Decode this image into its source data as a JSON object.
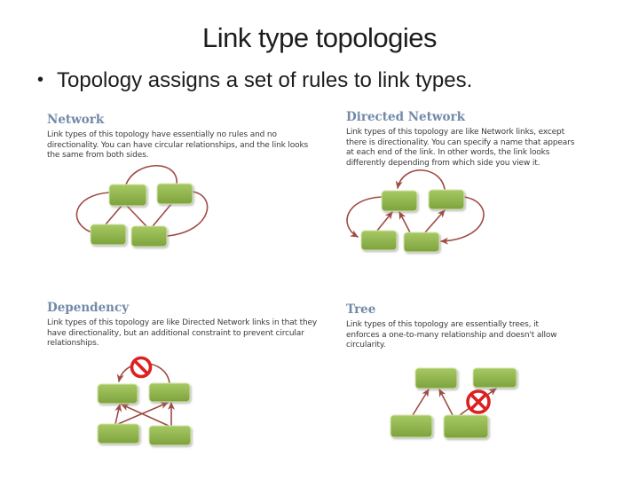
{
  "slide": {
    "title": "Link type topologies",
    "bullet_glyph": "•",
    "bullet": "Topology assigns a set of rules to link types."
  },
  "sections": [
    {
      "id": "network",
      "heading": "Network",
      "body": "Link types of this topology have essentially no rules and no directionality. You can have circular relationships, and the link looks the same from both sides."
    },
    {
      "id": "directed-network",
      "heading": "Directed Network",
      "body": "Link types of this topology are like Network links, except there is directionality. You can specify a name that appears at each end of the link. In other words, the link looks differently depending from which side you view it."
    },
    {
      "id": "dependency",
      "heading": "Dependency",
      "body": "Link types of this topology are like Directed Network links in that they have directionality, but an additional constraint to prevent circular relationships.",
      "icon": "no-entry-icon"
    },
    {
      "id": "tree",
      "heading": "Tree",
      "body": "Link types of this topology are essentially trees, it enforces a one-to-many relationship and doesn't allow circularity.",
      "icon": "crossed-circle-icon"
    }
  ],
  "colors": {
    "title_text": "#1d1d1d",
    "heading": "#7289a8",
    "body_text": "#3a3a3a",
    "node_top": "#a7c964",
    "node_bottom": "#7da23d",
    "node_stroke": "#d6e7b0",
    "link": "#a04a44",
    "prohibit": "#dd2020"
  }
}
